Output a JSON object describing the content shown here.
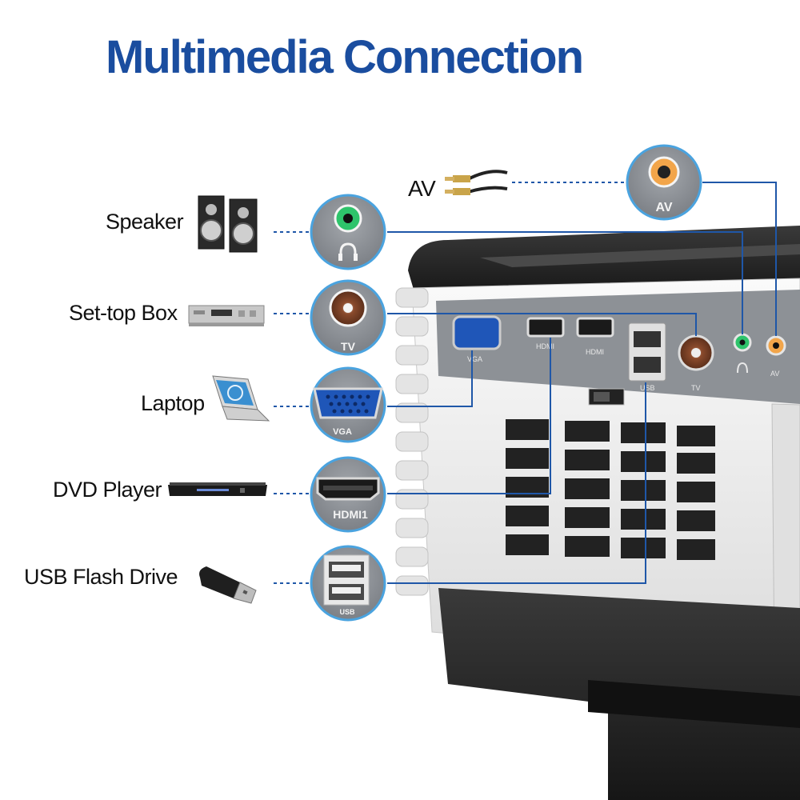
{
  "title": "Multimedia Connection",
  "colors": {
    "title": "#1a4d9f",
    "line": "#1f57a8",
    "bubble_fill": "#8e9297",
    "bubble_ring": "#4aa3df",
    "body_dark": "#2b2b2b",
    "body_white": "#f2f2f2",
    "panel": "#8d9196"
  },
  "devices": [
    {
      "label": "AV",
      "icon": "av-cable-icon"
    },
    {
      "label": "Speaker",
      "icon": "speaker-icon"
    },
    {
      "label": "Set-top Box",
      "icon": "set-top-box-icon"
    },
    {
      "label": "Laptop",
      "icon": "laptop-icon"
    },
    {
      "label": "DVD Player",
      "icon": "dvd-player-icon"
    },
    {
      "label": "USB Flash Drive",
      "icon": "usb-flash-drive-icon"
    }
  ],
  "bubbles": {
    "av": "AV",
    "tv": "TV",
    "vga": "VGA",
    "hdmi": "HDMI1",
    "usb": "USB"
  },
  "panel_ports": {
    "vga": "VGA",
    "hdmi1": "HDMI",
    "hdmi2": "HDMI",
    "usb": "USB",
    "tv": "TV",
    "av": "AV"
  }
}
